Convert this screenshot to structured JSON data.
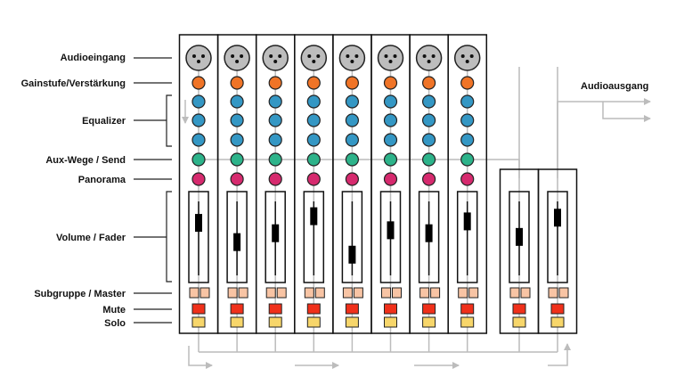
{
  "labels": {
    "audio_input": "Audioeingang",
    "gain": "Gainstufe/Verstärkung",
    "equalizer": "Equalizer",
    "aux": "Aux-Wege / Send",
    "pan": "Panorama",
    "volume": "Volume / Fader",
    "subgroup": "Subgruppe / Master",
    "mute": "Mute",
    "solo": "Solo",
    "audio_output": "Audioausgang"
  },
  "channels": {
    "input_fader_levels": [
      0.71,
      0.45,
      0.57,
      0.8,
      0.28,
      0.61,
      0.57,
      0.73
    ],
    "master_fader_levels": [
      0.52,
      0.78
    ]
  },
  "colors": {
    "xlr": "#bdbdbd",
    "gain": "#f07427",
    "eq": "#3497c4",
    "aux": "#2db38a",
    "pan": "#d62a6e",
    "subgroup": "#f8c4a4",
    "mute": "#f0301a",
    "solo": "#f7d66a",
    "signal": "#bcbcbc"
  }
}
